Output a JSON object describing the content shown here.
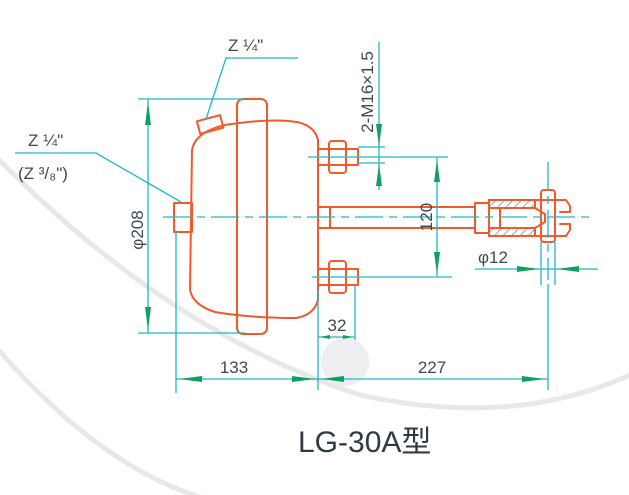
{
  "title": "LG-30A型",
  "colors": {
    "outline": "#f25a2a",
    "dimension_line": "#20b8c8",
    "arrow": "#10a060",
    "text": "#3d4a55"
  },
  "callouts": {
    "top_port": "Z ¼\"",
    "side_port_main": "Z ¼\"",
    "side_port_alt": "(Z ³/₈\")",
    "thread": "2-M16×1.5"
  },
  "dimensions": {
    "body_diameter": "φ208",
    "bolt_spacing": "120",
    "bolt_projection": "32",
    "left_length": "133",
    "rod_length": "227",
    "pin_diameter": "φ12"
  }
}
